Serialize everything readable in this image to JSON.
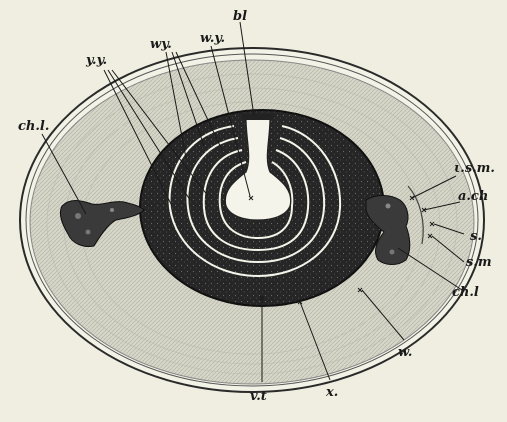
{
  "labels": {
    "bl": "bl",
    "wy_top": "w.y.",
    "wy_left": "wy.",
    "yy": "y.y.",
    "chl_left": "ch.l.",
    "ism": "ι.s.m.",
    "ach": "a.ch",
    "s": "s.",
    "sm": "s.m",
    "chl_right": "ch.l",
    "w": "w.",
    "vt": "v.t",
    "x": "x."
  },
  "colors": {
    "background": "#efeee0",
    "albumen": "#d2d2c4",
    "yolk": "#232323",
    "white_yolk": "#f4f4ea",
    "ink": "#1a1a1a"
  }
}
